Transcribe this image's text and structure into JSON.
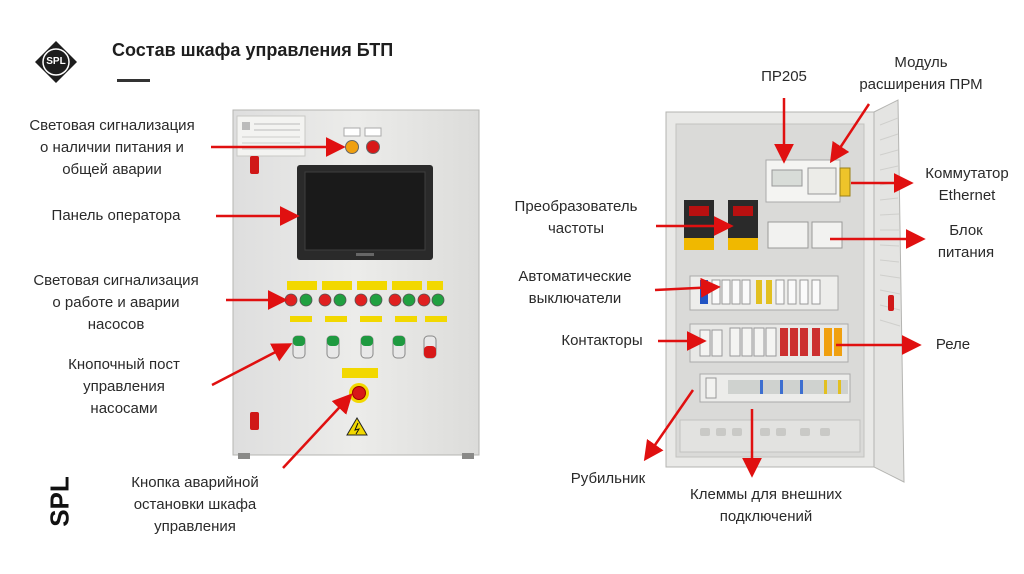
{
  "header": {
    "title": "Состав шкафа управления БТП",
    "logo_text": "SPL"
  },
  "brand_vertical": "SPL",
  "left_cabinet": {
    "labels": {
      "power_signal": [
        "Световая сигнализация",
        "о наличии питания и",
        "общей аварии"
      ],
      "operator_panel": [
        "Панель оператора"
      ],
      "pump_signal": [
        "Световая сигнализация",
        "о работе и аварии",
        "насосов"
      ],
      "button_post": [
        "Кнопочный пост",
        "управления",
        "насосами"
      ],
      "emergency_stop": [
        "Кнопка аварийной",
        "остановки шкафа",
        "управления"
      ]
    }
  },
  "right_cabinet": {
    "labels": {
      "pr205": [
        "ПР205"
      ],
      "prm_module": [
        "Модуль",
        "расширения ПРМ"
      ],
      "ethernet_switch": [
        "Коммутатор",
        "Ethernet"
      ],
      "freq_converter": [
        "Преобразователь",
        "частоты"
      ],
      "power_supply": [
        "Блок",
        "питания"
      ],
      "breakers": [
        "Автоматические",
        "выключатели"
      ],
      "contactors": [
        "Контакторы"
      ],
      "relays": [
        "Реле"
      ],
      "switch": [
        "Рубильник"
      ],
      "terminals": [
        "Клеммы для внешних",
        "подключений"
      ]
    }
  },
  "colors": {
    "arrow": "#e01010",
    "cabinet": "#e6e6e4",
    "cabinet_edge": "#b9b9b6",
    "screen": "#1a1a1a",
    "label_text": "#2a2a2a"
  }
}
